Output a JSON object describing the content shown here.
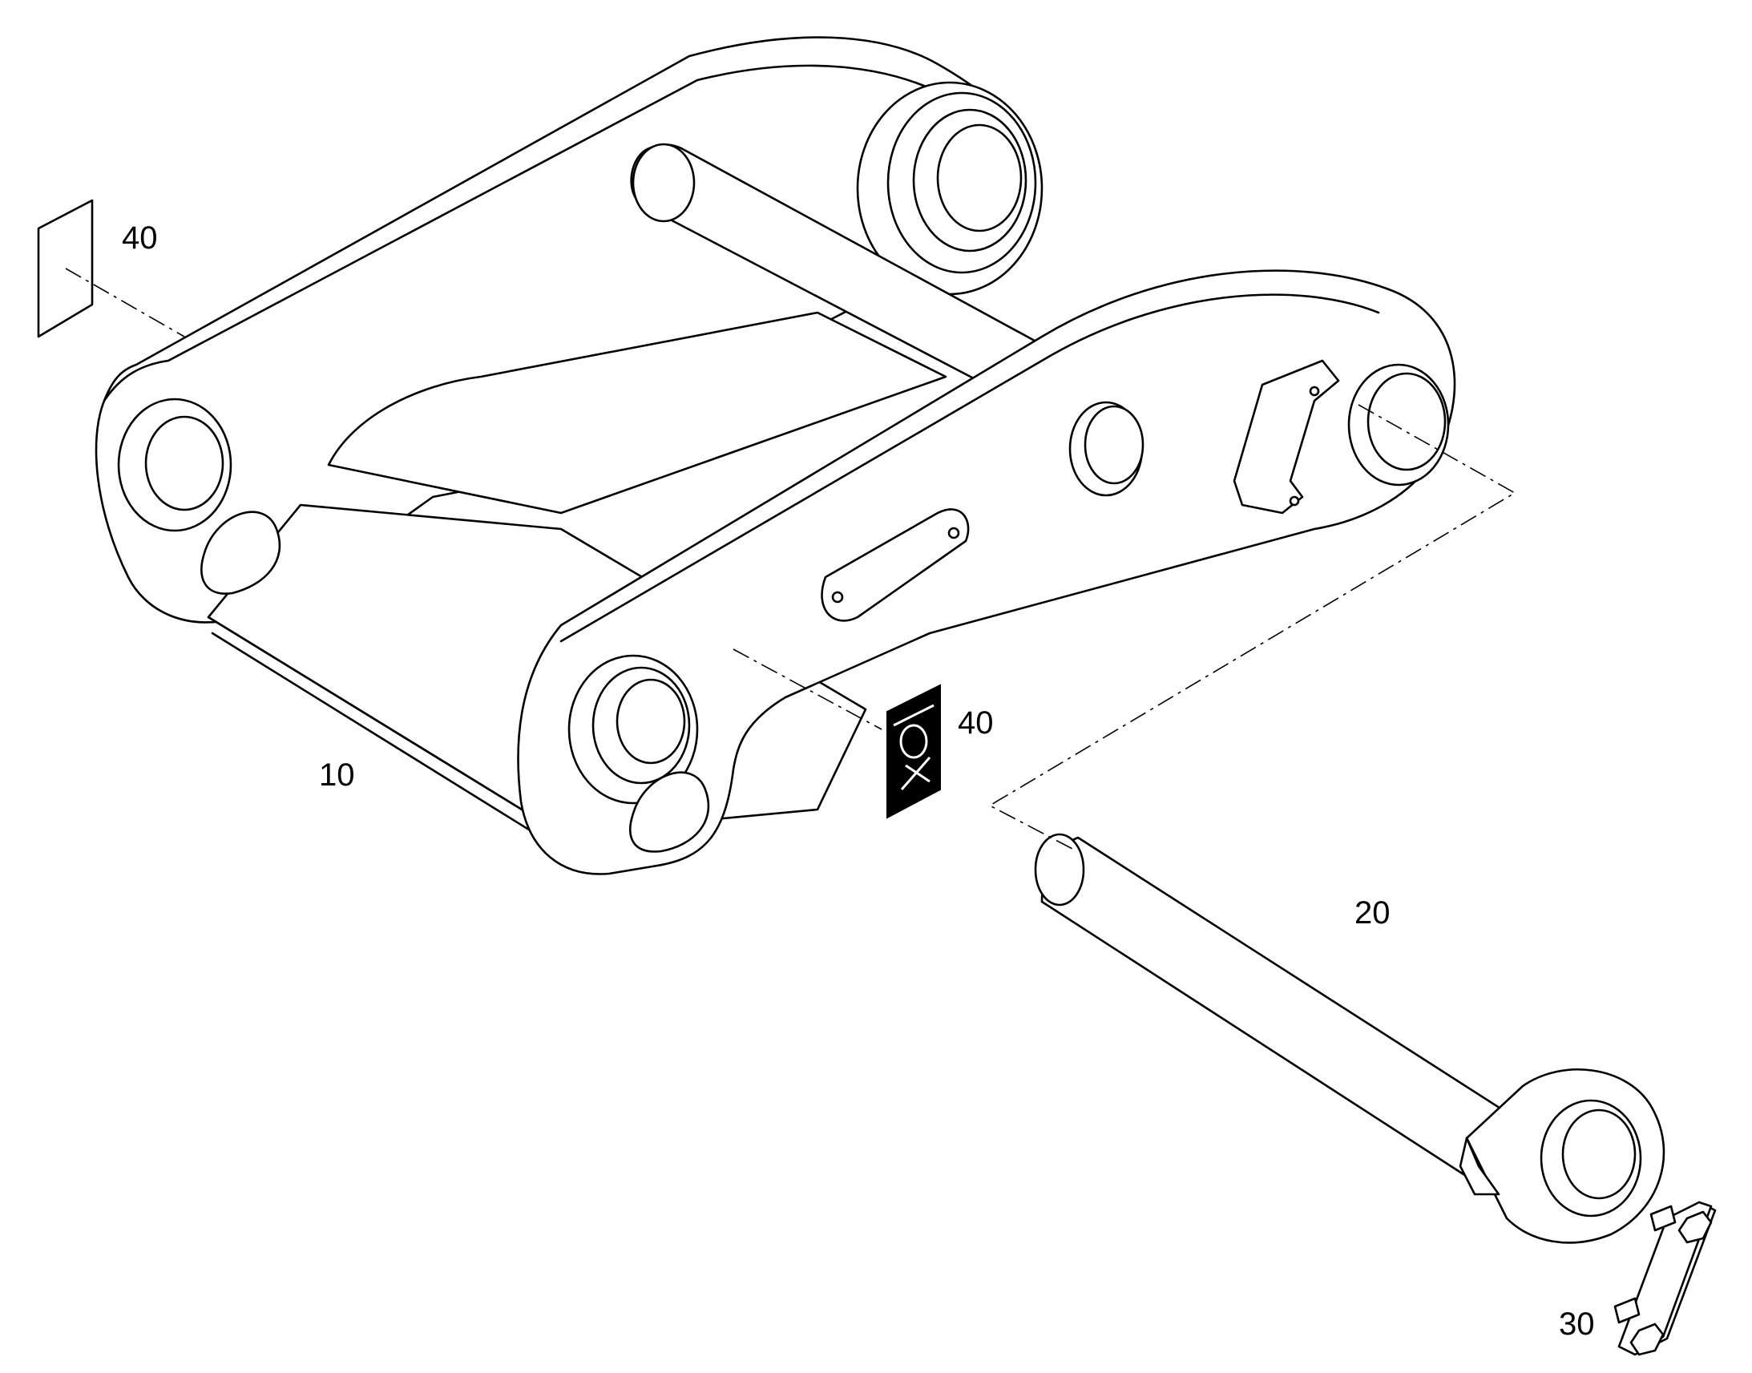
{
  "diagram": {
    "callouts": [
      {
        "id": "c40a",
        "label": "40",
        "part": "decal-plain"
      },
      {
        "id": "c40b",
        "label": "40",
        "part": "decal-warning"
      },
      {
        "id": "c10",
        "label": "10",
        "part": "bracket"
      },
      {
        "id": "c20",
        "label": "20",
        "part": "pin"
      },
      {
        "id": "c30",
        "label": "30",
        "part": "lock-plate"
      }
    ],
    "colors": {
      "line": "#000000",
      "background": "#ffffff",
      "decal_fill": "#000000"
    }
  }
}
